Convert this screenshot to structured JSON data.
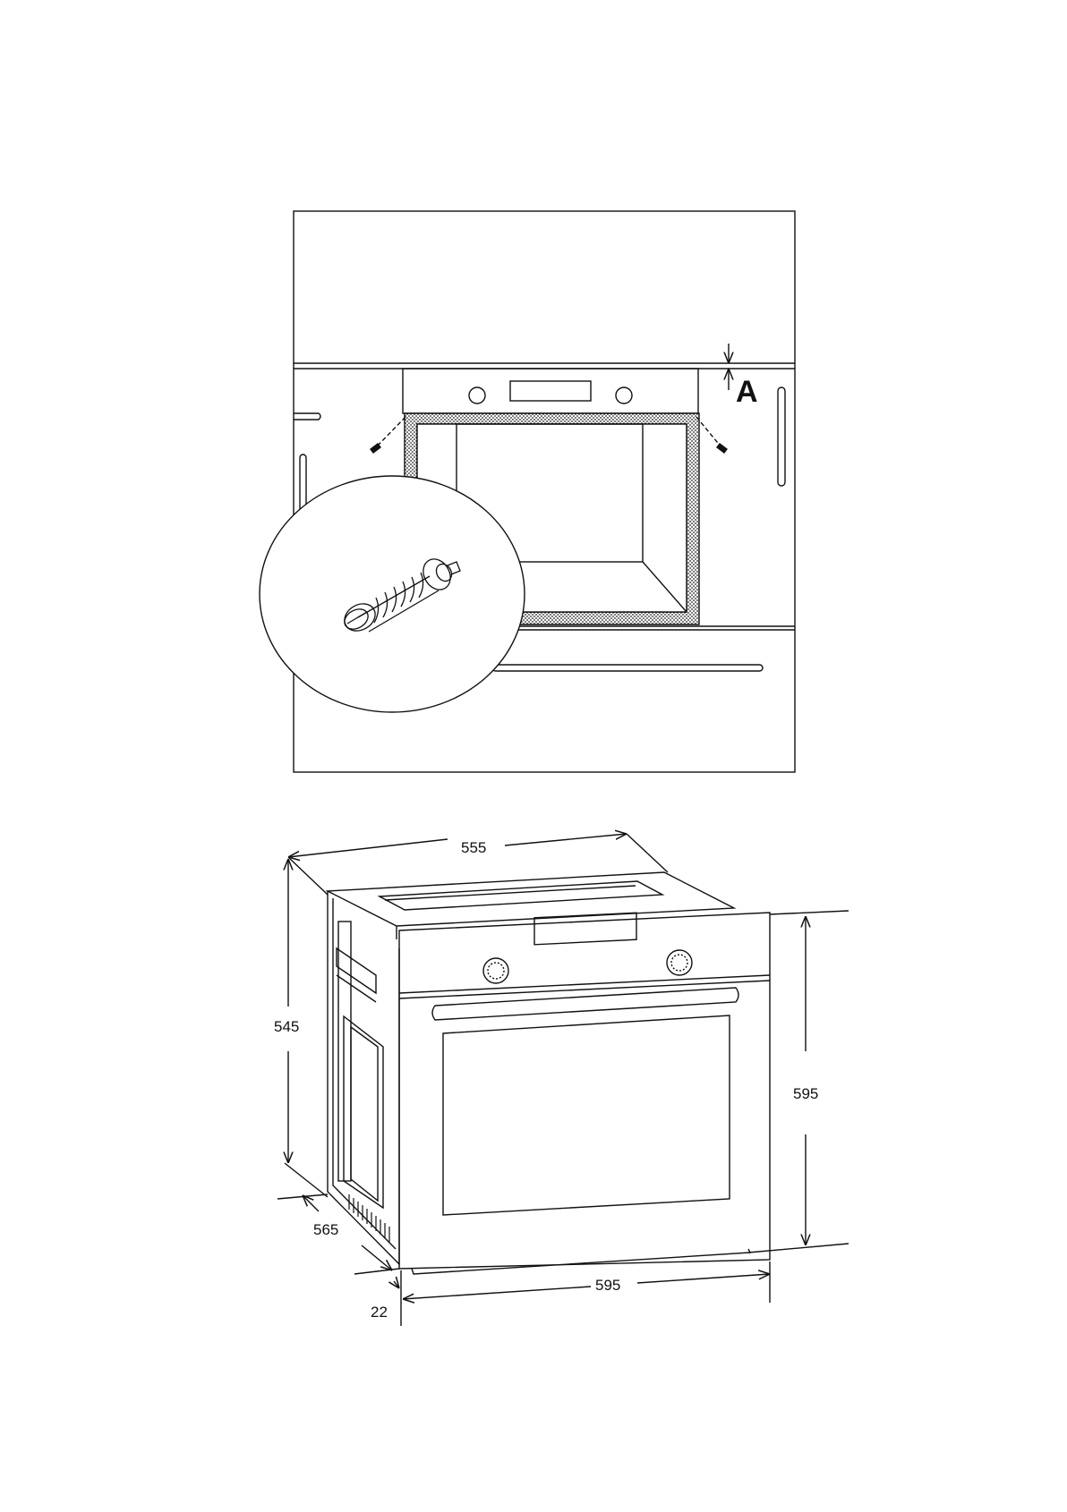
{
  "installation": {
    "gap_label": "A"
  },
  "dimensions": {
    "depth_top": "555",
    "height_side": "545",
    "depth_bottom": "565",
    "front_height": "595",
    "front_width": "595",
    "front_panel": "22"
  }
}
